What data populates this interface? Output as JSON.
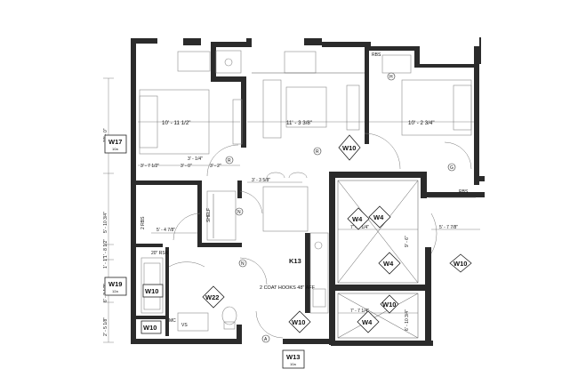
{
  "room_dimensions": {
    "bedroom_1": "10' - 11 1/2\"",
    "living": "11' - 3 3/8\"",
    "bedroom_2": "10' - 2 3/4\"",
    "seg_a": "3' - 7 1/2\"",
    "seg_b": "3' - 0\"",
    "seg_c": "3' - 2\"",
    "seg_d": "3' - 1/4\"",
    "kitchen_depth": "3' - 3 5/8\"",
    "bath_width": "5' - 4 7/8\"",
    "closet_right": "5' - 7 7/8\"",
    "unit_a_top": "7' - 7 1/4\"",
    "unit_a_side": "9' - 6\"",
    "unit_b_top": "7' - 7 1/4\"",
    "unit_b_side": "6' - 10 3/4\""
  },
  "left_dimensions": {
    "total_height": "10' - 0\"",
    "d1": "5' - 10 3/4\"",
    "d2": "1' - 8 1/2\"",
    "d3": "1' - 1\"",
    "d4": "6' - 3 1/2\"",
    "d5": "2' - 5 1/8\""
  },
  "tags": {
    "w17": "W17",
    "w10_living": "W10",
    "w10_right": "W10",
    "w19": "W19",
    "w10_tub": "W10",
    "w22": "W22",
    "w10_bath": "W10",
    "w10_kitchen": "W10",
    "w13": "W13",
    "w4_a1": "W4",
    "w4_a2": "W4",
    "w4_b": "W4",
    "w4_c": "W4",
    "w10_bottom": "W10",
    "k13": "K13"
  },
  "tag_subtext": "10a",
  "tag_subtext_alt": "12a",
  "door_marks": {
    "r1": "R",
    "r2": "R",
    "n1": "N",
    "n2": "N",
    "g": "G",
    "h": "H",
    "a": "A"
  },
  "notes": {
    "coat_hooks": "2 COAT HOOKS 48\" AFF",
    "rbs1": "RBS",
    "rbs2": "RBS",
    "trash": "20\" RSN",
    "mc": "MC",
    "vs": "VS",
    "linen": "2 RBS",
    "shelf_text": "SHELF"
  }
}
